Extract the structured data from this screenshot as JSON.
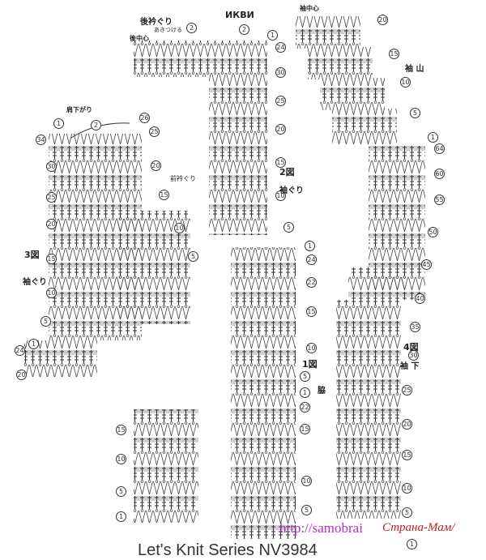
{
  "labels": {
    "back_neckline": "後衿ぐり",
    "attach": "あきつける",
    "back_center": "後中心",
    "mirror_title": "ИКВИ",
    "shoulder_slope": "肩下がり",
    "front_neckline": "前衿ぐり",
    "fig3": "3図",
    "armhole_left": "袖ぐり",
    "fig2": "2図",
    "armhole_mid": "袖ぐり",
    "fig1": "1図",
    "side": "脇",
    "sleeve_center": "袖中心",
    "sleeve_cap": "袖 山",
    "fig4": "4図",
    "underarm": "袖 下"
  },
  "row_numbers": {
    "fig3_left": [
      "34",
      "30",
      "25",
      "20",
      "15",
      "10",
      "5",
      "1",
      "24",
      "20"
    ],
    "fig3_top": [
      "1",
      "2"
    ],
    "fig3_right": [
      "26",
      "25",
      "20",
      "15",
      "10",
      "5"
    ],
    "fig3_lower": [
      "15",
      "10",
      "5",
      "1"
    ],
    "fig2_top": [
      "2",
      "2",
      "1"
    ],
    "fig2_right": [
      "24",
      "30",
      "25",
      "20",
      "15",
      "10",
      "5"
    ],
    "fig1_right": [
      "1",
      "24",
      "22",
      "15",
      "10",
      "5",
      "1",
      "22",
      "15",
      "10",
      "5"
    ],
    "fig4_right": [
      "20",
      "15",
      "10",
      "5",
      "1",
      "64",
      "60",
      "55",
      "50",
      "45",
      "40",
      "35",
      "30",
      "25",
      "20",
      "15",
      "10",
      "5",
      "1"
    ]
  },
  "footer": "Let's Knit Series NV3984",
  "watermark_url": "http://samobrai",
  "watermark_site": "Страна-Мам/"
}
